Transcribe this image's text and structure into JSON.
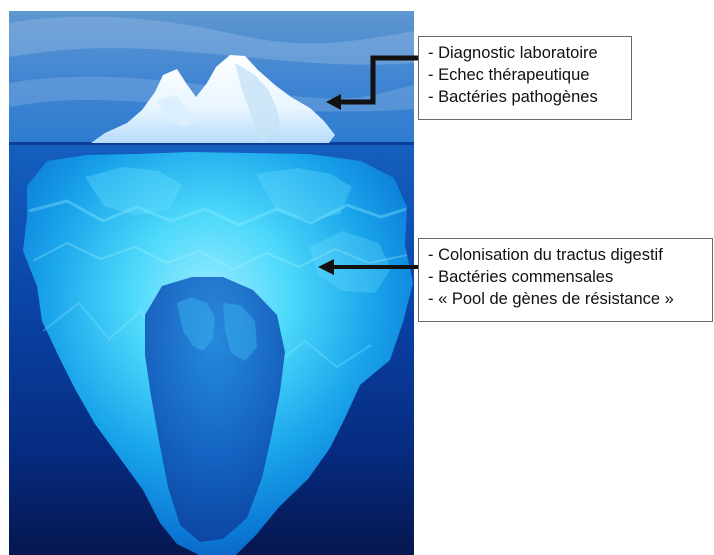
{
  "top_callout": {
    "lines": [
      "- Diagnostic laboratoire",
      "- Echec thérapeutique",
      "- Bactéries pathogènes"
    ]
  },
  "bottom_callout": {
    "lines": [
      "- Colonisation du tractus digestif",
      "- Bactéries commensales",
      "- « Pool de gènes de résistance »"
    ]
  },
  "colors": {
    "sky_top": "#5f97cf",
    "sky_bottom": "#2f7ccf",
    "water_top": "#155fbf",
    "water_bottom": "#06164f",
    "ice_above": "#e9f5ff",
    "ice_below": "#34c6f2",
    "arrow": "#111111"
  },
  "icons": {
    "scene": "iceberg-image",
    "arrow": "arrow-left-icon"
  }
}
